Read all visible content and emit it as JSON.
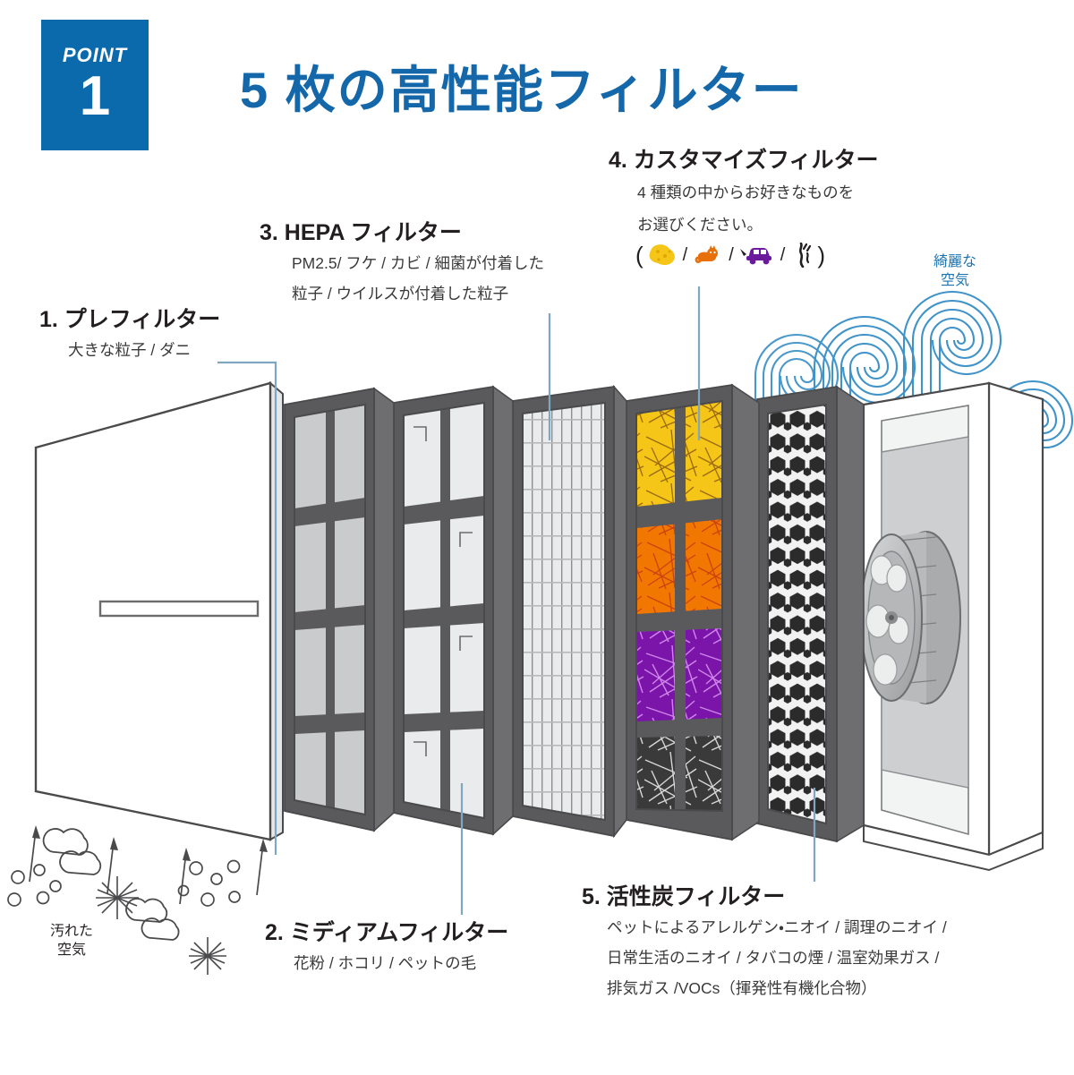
{
  "badge": {
    "word": "POINT",
    "number": "1",
    "color": "#0b6aac"
  },
  "title": "5 枚の高性能フィルター",
  "title_color": "#1467a8",
  "callouts": [
    {
      "id": "prefilter",
      "heading": "1. プレフィルター",
      "body_lines": [
        "大きな粒子 / ダニ"
      ]
    },
    {
      "id": "medium-filter",
      "heading": "2. ミディアムフィルター",
      "body_lines": [
        "花粉 / ホコリ / ペットの毛"
      ]
    },
    {
      "id": "hepa-filter",
      "heading": "3. HEPA フィルター",
      "body_lines": [
        "PM2.5/ フケ / カビ / 細菌が付着した",
        "粒子 / ウイルスが付着した粒子"
      ]
    },
    {
      "id": "customize-filter",
      "heading": "4. カスタマイズフィルター",
      "body_lines": [
        "4 種類の中からお好きなものを",
        "お選びください。"
      ],
      "icon_row": {
        "open_paren": "(",
        "close_paren": ")",
        "separator": "/",
        "icons": [
          {
            "name": "pollen-allergen-icon",
            "color": "#f5c518"
          },
          {
            "name": "cat-icon",
            "color": "#e8700a"
          },
          {
            "name": "car-icon",
            "color": "#6b1a9e"
          },
          {
            "name": "smoke-icon",
            "color": "#231f20"
          }
        ]
      }
    },
    {
      "id": "activated-carbon-filter",
      "heading": "5. 活性炭フィルター",
      "body_lines": [
        "ペットによるアレルゲン・ニオイ / 調理のニオイ /",
        "日常生活のニオイ / タバコの煙 / 温室効果ガス /",
        "排気ガス /VOCs（揮発性有機化合物）"
      ]
    }
  ],
  "air_labels": {
    "clean": {
      "line1": "綺麗な",
      "line2": "空気",
      "color": "#1a73b0"
    },
    "dirty": {
      "line1": "汚れた",
      "line2": "空気",
      "color": "#231f20"
    }
  },
  "filter_stack": {
    "leader_line_color": "#7fa8c0",
    "frame_color": "#5a5a5c",
    "frame_shadow_color": "#6e6e70",
    "panels": [
      {
        "name": "pre-filter",
        "style": "solid-white-with-slot",
        "fill": "#ffffff"
      },
      {
        "name": "medium-filter-front",
        "style": "grid-2x4",
        "fill": "#c9cbcd"
      },
      {
        "name": "medium-filter-back",
        "style": "grid-2x4",
        "fill": "#e9ebec"
      },
      {
        "name": "hepa-filter",
        "style": "fine-mesh",
        "fill": "#e8eaeb"
      },
      {
        "name": "customize-filter",
        "style": "four-color-bands",
        "bands": [
          "#f5c518",
          "#f07800",
          "#7b14a8",
          "#3a3a3a"
        ]
      },
      {
        "name": "activated-carbon-filter",
        "style": "honeycomb",
        "fill": "#2f2f2f"
      },
      {
        "name": "blower-housing",
        "style": "fan-unit",
        "fill": "#ffffff"
      }
    ]
  },
  "decorations": {
    "airflow_swirls": {
      "count": 4,
      "color": "#3f93c9"
    },
    "dirty_particles": {
      "clouds": 2,
      "stars": 2,
      "dots": 12,
      "arrows": 4,
      "color": "#4a4a4a"
    }
  }
}
